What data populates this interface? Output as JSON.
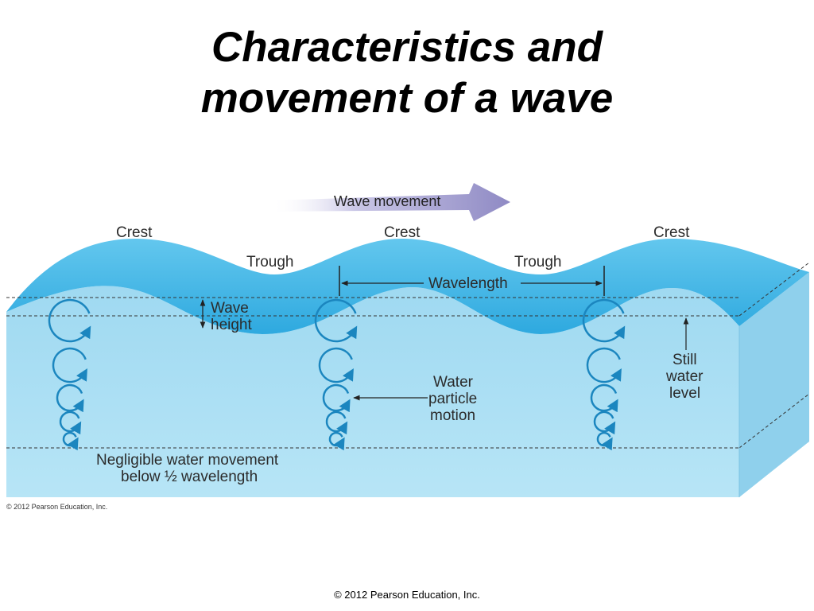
{
  "slide": {
    "title_line1": "Characteristics and",
    "title_line2": "movement of a wave",
    "footer": "© 2012 Pearson Education, Inc."
  },
  "diagram": {
    "wave_movement": "Wave movement",
    "crest_1": "Crest",
    "crest_2": "Crest",
    "crest_3": "Crest",
    "trough_1": "Trough",
    "trough_2": "Trough",
    "wavelength": "Wavelength",
    "wave_height_line1": "Wave",
    "wave_height_line2": "height",
    "still_water_line1": "Still",
    "still_water_line2": "water",
    "still_water_line3": "level",
    "particle_line1": "Water",
    "particle_line2": "particle",
    "particle_line3": "motion",
    "negligible_line1": "Negligible water movement",
    "negligible_line2": "below ½ wavelength",
    "image_credit": "© 2012 Pearson Education, Inc."
  },
  "colors": {
    "water_front": "#a6dcf2",
    "water_surface": "#3fb4e6",
    "water_side": "#8fd2ef",
    "orbit_stroke": "#1b86bf",
    "arrow_fill": "#9b97cc"
  }
}
